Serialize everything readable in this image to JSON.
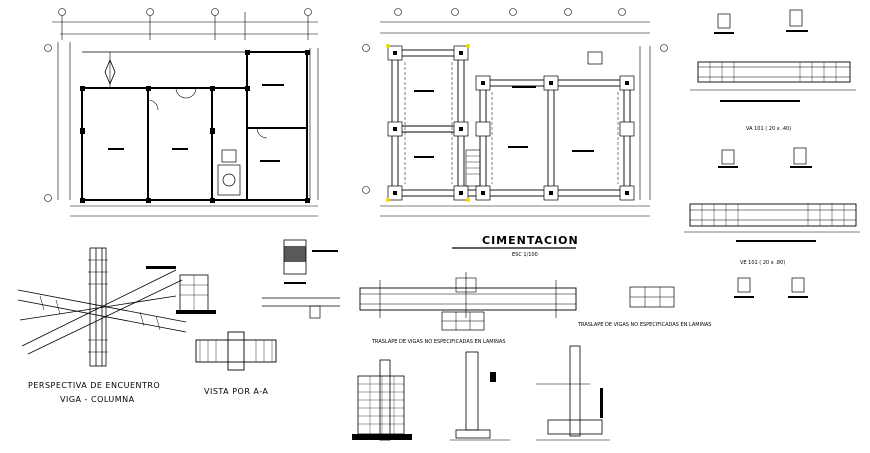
{
  "sheet": {
    "title_foundation": "CIMENTACION",
    "scale_foundation": "ESC 1/100",
    "beam_label_1": "VA 101 ( 20 x .40)",
    "beam_label_2": "VE 101 ( 20 x .80)",
    "overlap_note_1": "TRASLAPE DE VIGAS NO ESPECIFICADAS EN LAMINAS",
    "overlap_note_2": "TRASLAPE DE VIGAS NO ESPECIFICADAS EN LAMINAS",
    "perspective_caption_line1": "PERSPECTIVA DE ENCUENTRO",
    "perspective_caption_line2": "VIGA - COLUMNA",
    "section_caption": "VISTA POR A-A"
  },
  "colors": {
    "line": "#000000",
    "background": "#ffffff",
    "highlight": "#f2d400"
  }
}
